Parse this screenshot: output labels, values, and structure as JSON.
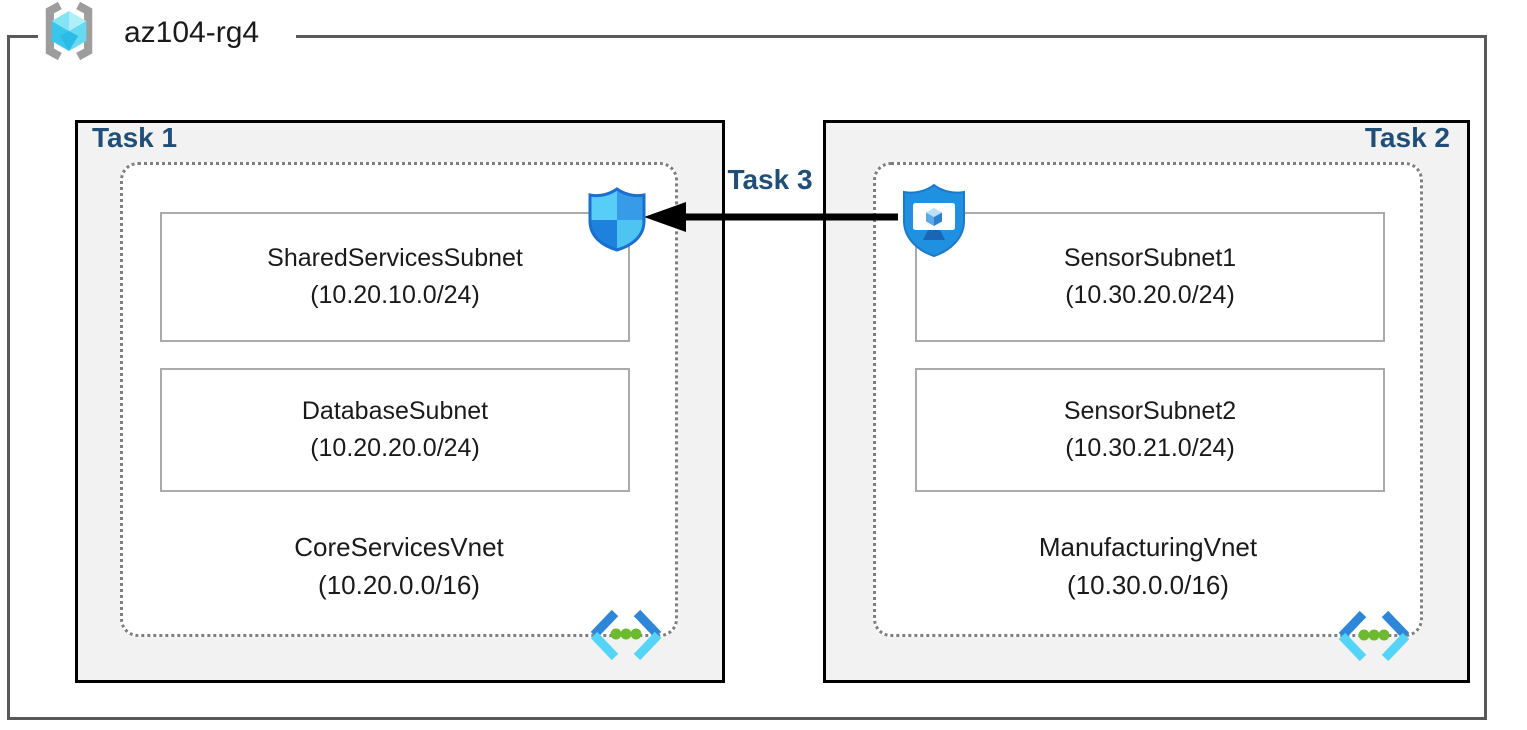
{
  "resource_group": {
    "name": "az104-rg4",
    "icon": "resource-group-icon"
  },
  "tasks": {
    "task1_label": "Task 1",
    "task2_label": "Task 2",
    "task3_label": "Task 3"
  },
  "vnets": [
    {
      "name": "CoreServicesVnet",
      "cidr": "(10.20.0.0/16)",
      "subnets": [
        {
          "name": "SharedServicesSubnet",
          "cidr": "(10.20.10.0/24)"
        },
        {
          "name": "DatabaseSubnet",
          "cidr": "(10.20.20.0/24)"
        }
      ]
    },
    {
      "name": "ManufacturingVnet",
      "cidr": "(10.30.0.0/16)",
      "subnets": [
        {
          "name": "SensorSubnet1",
          "cidr": "(10.30.20.0/24)"
        },
        {
          "name": "SensorSubnet2",
          "cidr": "(10.30.21.0/24)"
        }
      ]
    }
  ],
  "icons": {
    "nsg": "network-security-group-shield-icon",
    "asg": "application-security-group-shield-icon",
    "vnet": "virtual-network-icon",
    "resource_group": "resource-group-brackets-cube-icon"
  },
  "colors": {
    "title_navy": "#1f4e79",
    "frame_gray": "#595959",
    "task_box_fill": "#f2f2f2",
    "task_box_border": "#000000",
    "dotted_border": "#7f7f7f",
    "subnet_border": "#ababab",
    "arrow_black": "#000000",
    "shield_light_blue": "#57CDF8",
    "shield_mid_blue": "#379BE8",
    "shield_deep_blue": "#1E81DD",
    "asg_blue": "#2090E0",
    "vnet_chevron_blue": "#2E86D9",
    "vnet_chevron_cyan": "#54D4F8",
    "vnet_dot_green": "#6CBB2F",
    "rg_cube_cyan": "#46CCEE",
    "rg_bracket_gray": "#9d9d9d"
  }
}
